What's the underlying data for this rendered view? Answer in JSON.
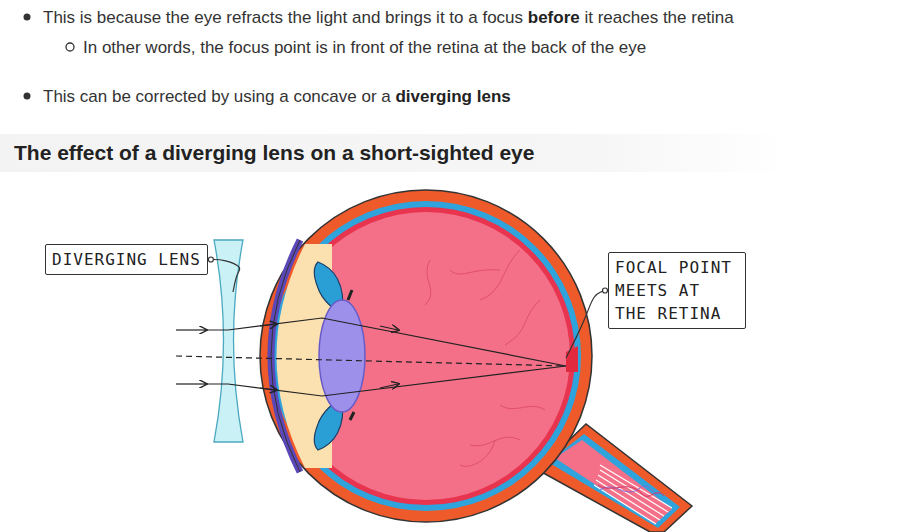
{
  "diagram": {
    "title": "The effect of a diverging lens on a short-sighted eye",
    "nodes": [
      {
        "text": [
          "DIVERGING LENS"
        ]
      },
      {
        "text": [
          "FOCAL POINT MEETS AT THE RETINA"
        ]
      }
    ],
    "labels": [
      "This is because the eye refracts the light and brings it to a focus before it reaches the retina",
      "In other words, the focus point is in front of the retina at the back of the eye",
      "This can be corrected by using a concave or a diverging lens"
    ]
  }
}
